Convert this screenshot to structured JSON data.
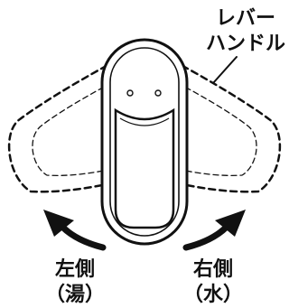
{
  "labels": {
    "lever_line1": "レバー",
    "lever_line2": "ハンドル",
    "left_line1": "左側",
    "left_line2": "（湯）",
    "right_line1": "右側",
    "right_line2": "（水）"
  },
  "colors": {
    "stroke": "#111111",
    "fill": "#ffffff"
  },
  "icons": {
    "left_arrow": "curved-arrow-counterclockwise",
    "right_arrow": "curved-arrow-clockwise"
  }
}
